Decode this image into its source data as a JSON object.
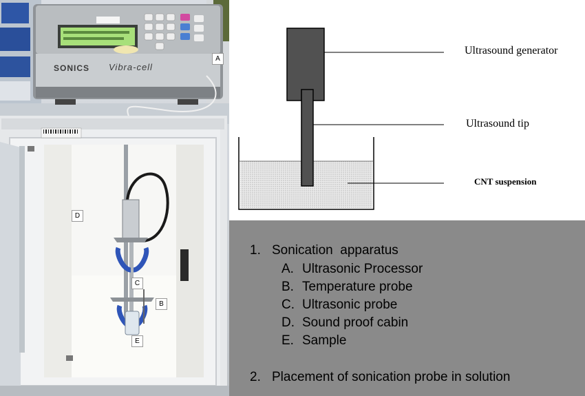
{
  "photo": {
    "brand_left": "SONICS",
    "brand_right": "Vibra-cell",
    "labels": {
      "a": "A",
      "b": "B",
      "c": "C",
      "d": "D",
      "e": "E"
    }
  },
  "schematic": {
    "generator_label": "Ultrasound generator",
    "tip_label": "Ultrasound tip",
    "suspension_label": "CNT suspension"
  },
  "legend": {
    "heading_num": "1.",
    "heading_text": "Sonication  apparatus",
    "items": [
      {
        "letter": "A.",
        "text": "Ultrasonic Processor"
      },
      {
        "letter": "B.",
        "text": "Temperature probe"
      },
      {
        "letter": "C.",
        "text": "Ultrasonic probe"
      },
      {
        "letter": "D.",
        "text": "Sound proof cabin"
      },
      {
        "letter": "E.",
        "text": "Sample"
      }
    ],
    "second_num": "2.",
    "second_text": "Placement of sonication probe in solution"
  }
}
